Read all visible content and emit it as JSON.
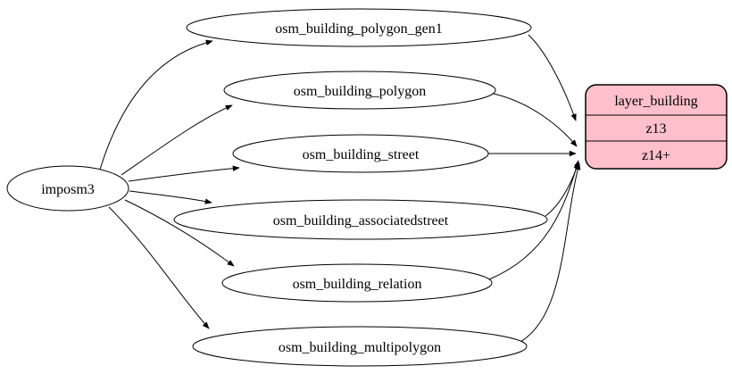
{
  "diagram": {
    "type": "graphviz-etl-flow",
    "background_color": "#ffffff",
    "edge_color": "#000000",
    "table_node_fill": "#ffffff",
    "table_node_stroke": "#000000",
    "source_node": {
      "id": "imposm3",
      "label": "imposm3",
      "shape": "ellipse"
    },
    "tables": [
      {
        "id": "osm_building_polygon_gen1",
        "label": "osm_building_polygon_gen1",
        "shape": "ellipse"
      },
      {
        "id": "osm_building_polygon",
        "label": "osm_building_polygon",
        "shape": "ellipse"
      },
      {
        "id": "osm_building_street",
        "label": "osm_building_street",
        "shape": "ellipse"
      },
      {
        "id": "osm_building_associatedstreet",
        "label": "osm_building_associatedstreet",
        "shape": "ellipse"
      },
      {
        "id": "osm_building_relation",
        "label": "osm_building_relation",
        "shape": "ellipse"
      },
      {
        "id": "osm_building_multipolygon",
        "label": "osm_building_multipolygon",
        "shape": "ellipse"
      }
    ],
    "layer_node": {
      "id": "layer_building",
      "title": "layer_building",
      "rows": [
        {
          "id": "z13",
          "label": "z13"
        },
        {
          "id": "z14plus",
          "label": "z14+"
        }
      ],
      "fill": "#ffc0cb",
      "stroke": "#000000",
      "shape": "rounded-record"
    },
    "edges": [
      {
        "from": "imposm3",
        "to": "osm_building_polygon_gen1"
      },
      {
        "from": "imposm3",
        "to": "osm_building_polygon"
      },
      {
        "from": "imposm3",
        "to": "osm_building_street"
      },
      {
        "from": "imposm3",
        "to": "osm_building_associatedstreet"
      },
      {
        "from": "imposm3",
        "to": "osm_building_relation"
      },
      {
        "from": "imposm3",
        "to": "osm_building_multipolygon"
      },
      {
        "from": "osm_building_polygon_gen1",
        "to": "layer_building:z13"
      },
      {
        "from": "osm_building_polygon",
        "to": "layer_building:z14+"
      },
      {
        "from": "osm_building_street",
        "to": "layer_building:z14+"
      },
      {
        "from": "osm_building_associatedstreet",
        "to": "layer_building:z14+"
      },
      {
        "from": "osm_building_relation",
        "to": "layer_building:z14+"
      },
      {
        "from": "osm_building_multipolygon",
        "to": "layer_building:z14+"
      }
    ]
  }
}
